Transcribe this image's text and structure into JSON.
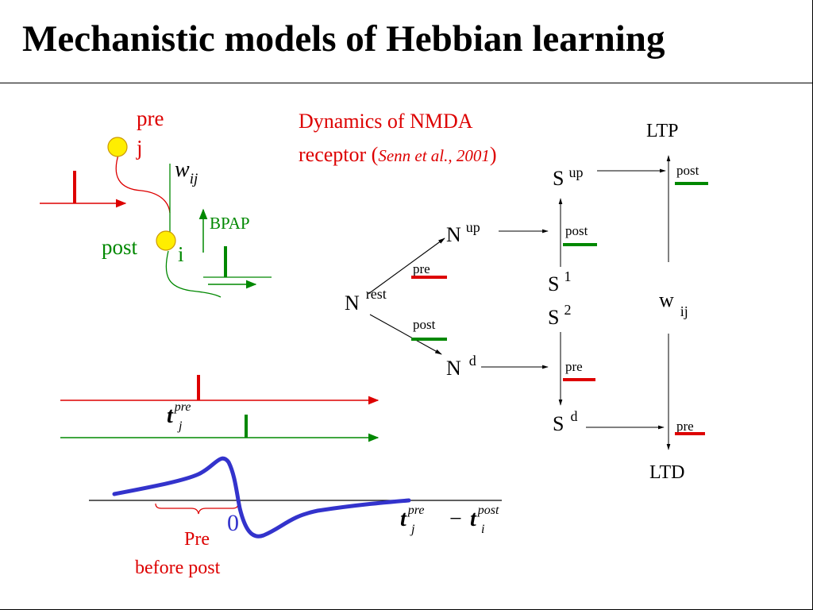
{
  "title": "Mechanistic models of Hebbian learning",
  "colors": {
    "red": "#dd0000",
    "green": "#008800",
    "blue": "#3333cc",
    "yellow": "#ffee00"
  },
  "neuron_diagram": {
    "pre_label": "pre",
    "pre_index": "j",
    "weight_symbol": "w",
    "weight_sub": "ij",
    "bpap_label": "BPAP",
    "post_label": "post",
    "post_index": "i"
  },
  "spike_timing": {
    "pre_symbol": "t",
    "pre_sub": "j",
    "pre_sup": "pre"
  },
  "stdp_curve": {
    "origin_label": "0",
    "interval_label": "Pre",
    "interval_label_2": "before post",
    "axis_t": "t",
    "axis_sub_j": "j",
    "axis_sup_pre": "pre",
    "axis_minus": "−",
    "axis_sub_i": "i",
    "axis_sup_post": "post"
  },
  "nmda": {
    "heading_line1": "Dynamics of NMDA",
    "heading_line2_prefix": "receptor (",
    "heading_citation": "Senn et al., 2001",
    "heading_line2_suffix": ")",
    "n_rest": "N",
    "n_rest_sup": "rest",
    "n_up": "N",
    "n_up_sup": "up",
    "n_d": "N",
    "n_d_sup": "d",
    "s_up": "S",
    "s_up_sup": "up",
    "s1": "S",
    "s1_sup": "1",
    "s2": "S",
    "s2_sup": "2",
    "s_d": "S",
    "s_d_sup": "d",
    "w": "w",
    "w_sub": "ij",
    "ltp": "LTP",
    "ltd": "LTD",
    "lbl_pre_rest_up": "pre",
    "lbl_post_rest_d": "post",
    "lbl_post_nup": "post",
    "lbl_pre_nd": "pre",
    "lbl_post_sup": "post",
    "lbl_pre_sd": "pre"
  }
}
